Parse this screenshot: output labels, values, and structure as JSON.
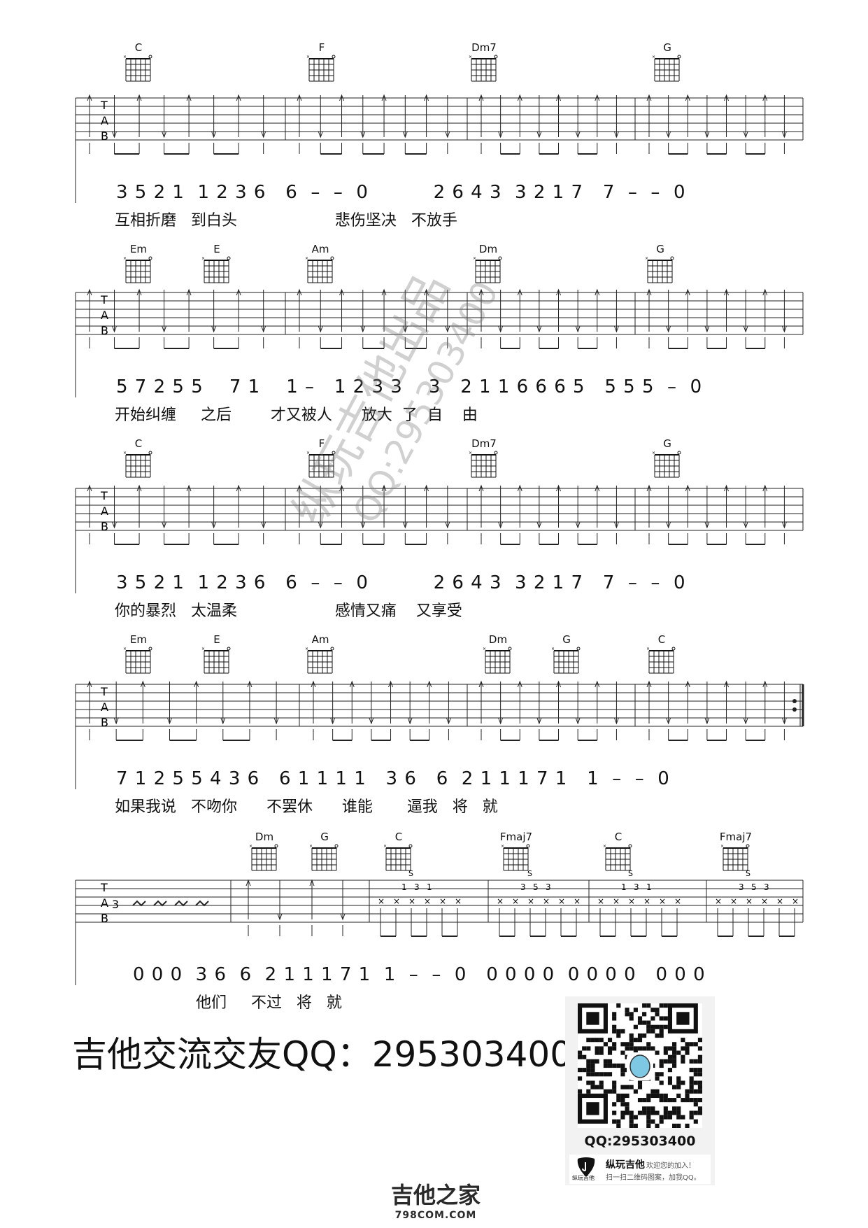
{
  "systems": [
    {
      "chords": [
        "C",
        "F",
        "Dm7",
        "G"
      ],
      "jianpu": "3 5 2 1  1 2 3 6   6  –  –  0          2 6 4 3  3 2 1 7   7  –  –  0",
      "lyrics": "互相折磨   到白头                    悲伤坚决   不放手"
    },
    {
      "chords": [
        "Em",
        "E",
        "Am",
        "Dm",
        "G"
      ],
      "jianpu": "5 7 2 5 5    7 1    1 –   1 2 3 3    3   2 1 1 6 6 6 5   5 5 5  –  0",
      "lyrics": "开始纠缠     之后        才又被人      放大  了  自    由"
    },
    {
      "chords": [
        "C",
        "F",
        "Dm7",
        "G"
      ],
      "jianpu": "3 5 2 1  1 2 3 6   6  –  –  0          2 6 4 3  3 2 1 7   7  –  –  0",
      "lyrics": "你的暴烈   太温柔                    感情又痛    又享受"
    },
    {
      "chords": [
        "Em",
        "E",
        "Am",
        "Dm",
        "G",
        "C"
      ],
      "jianpu": "7 1 2 5 5 4 3 6   6 1 1 1 1   3 6   6  2 1 1 1 7 1   1  –  –  0",
      "lyrics": "如果我说   不吻你      不罢休      谁能       逼我   将   就"
    },
    {
      "chords": [
        "Dm",
        "G",
        "C",
        "Fmaj7",
        "C",
        "Fmaj7"
      ],
      "jianpu": "0 0 0  3 6  6  2 1 1 1 7 1  1  –  –  0   0 0 0 0  0 0 0 0   0 0 0",
      "lyrics": "他们     不过   将   就"
    }
  ],
  "tab_letters": [
    "T",
    "A",
    "B"
  ],
  "time_signature": "3",
  "slide_mark": "S",
  "tab_numbers": [
    "1",
    "3",
    "1",
    "3",
    "5",
    "3"
  ],
  "footer": {
    "qq_text": "吉他交流交友QQ：295303400"
  },
  "qr_card": {
    "qq": "QQ:295303400",
    "brand": "纵玩吉他",
    "welcome": "欢迎您的加入！",
    "hint": "扫一扫二维码图案，加我QQ。",
    "logo_text": "纵玩吉他"
  },
  "watermark": {
    "line1": "纵玩吉他出品",
    "line2": "QQ:295303400"
  },
  "site_logo": {
    "name": "吉他之家",
    "url_text": "798COM.COM"
  }
}
